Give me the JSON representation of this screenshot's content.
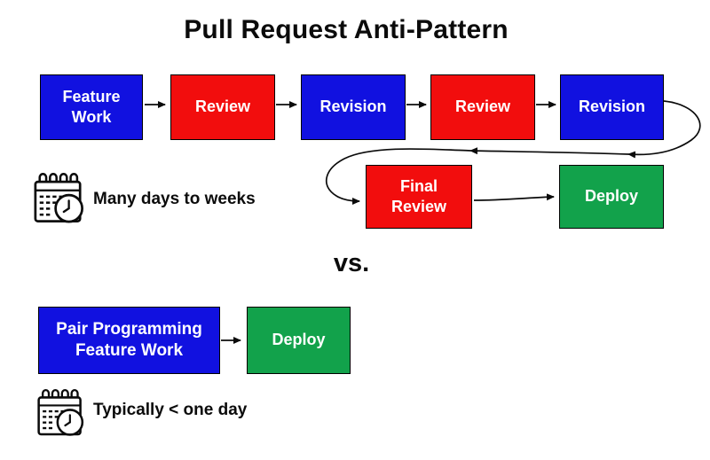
{
  "title": "Pull Request Anti-Pattern",
  "divider_label": "vs.",
  "colors": {
    "blue": "#1111e0",
    "red": "#f20d0d",
    "green": "#12a24b",
    "box_text": "#ffffff",
    "ink": "#0b0b0b"
  },
  "anti_pattern": {
    "flow_row1": [
      {
        "label": "Feature Work",
        "color": "blue"
      },
      {
        "label": "Review",
        "color": "red"
      },
      {
        "label": "Revision",
        "color": "blue"
      },
      {
        "label": "Review",
        "color": "red"
      },
      {
        "label": "Revision",
        "color": "blue"
      }
    ],
    "flow_row2": [
      {
        "label": "Final Review",
        "color": "red"
      },
      {
        "label": "Deploy",
        "color": "green"
      }
    ],
    "duration": {
      "icon": "calendar-clock-icon",
      "text": "Many days to weeks"
    }
  },
  "pair_pattern": {
    "flow": [
      {
        "label": "Pair Programming Feature Work",
        "color": "blue"
      },
      {
        "label": "Deploy",
        "color": "green"
      }
    ],
    "duration": {
      "icon": "calendar-clock-icon",
      "text": "Typically < one day"
    }
  }
}
